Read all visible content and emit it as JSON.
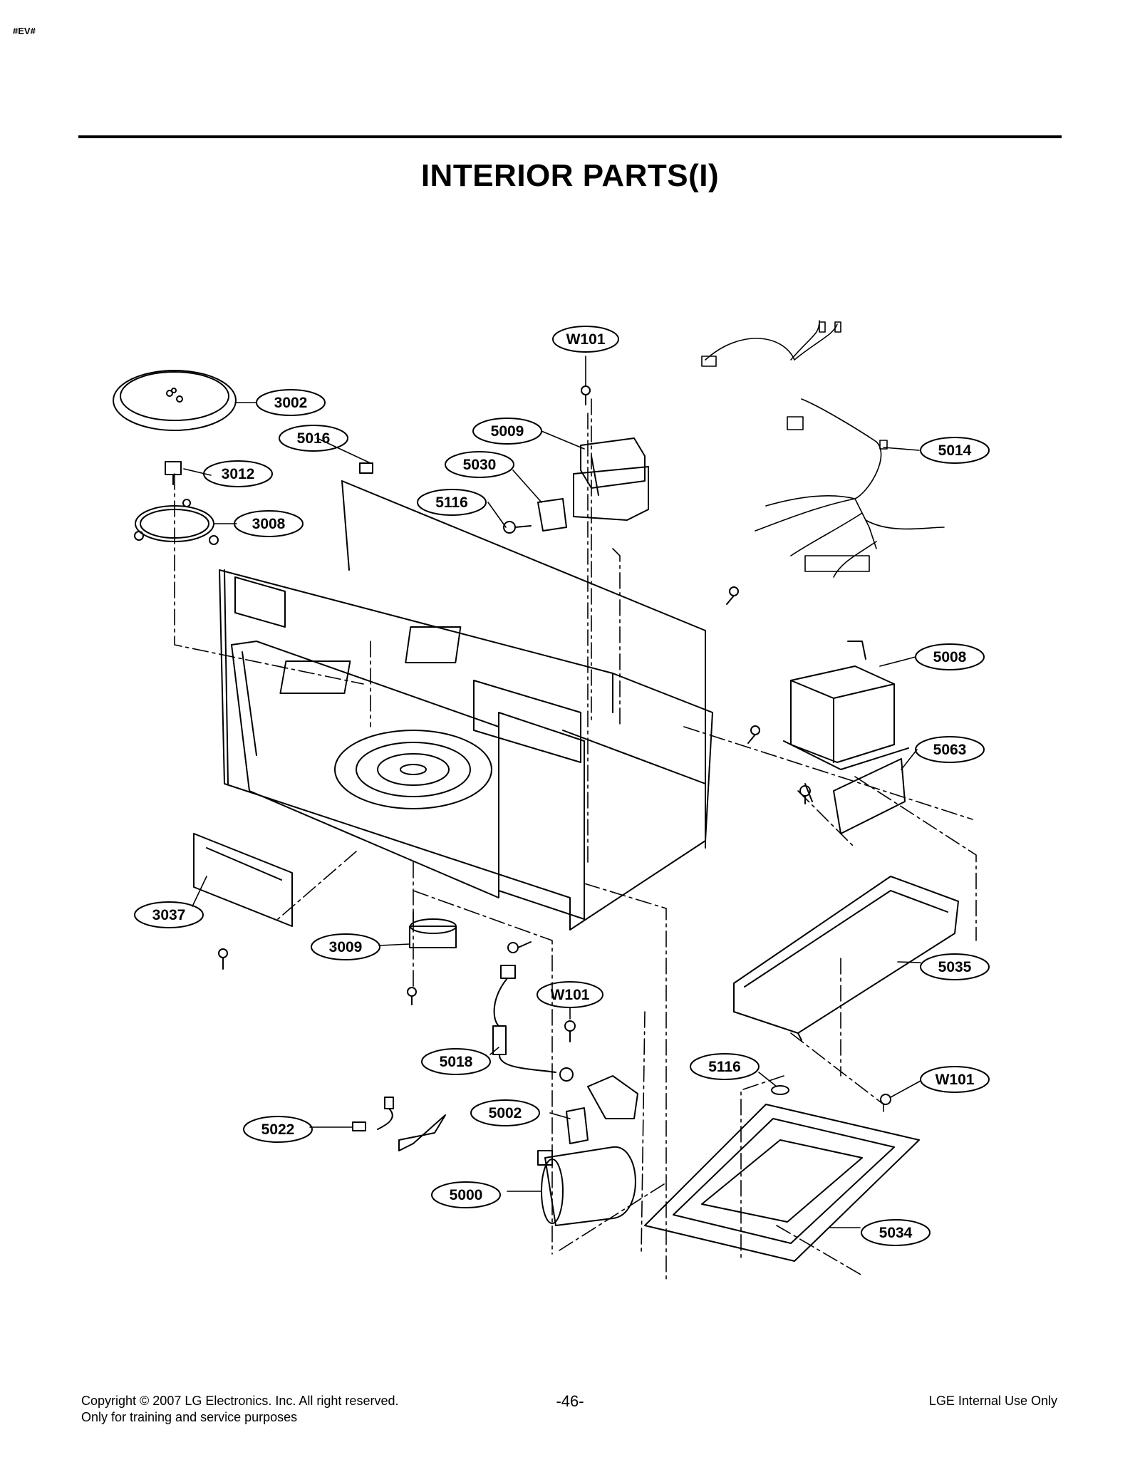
{
  "header": {
    "tag": "#EV#"
  },
  "page_title": "INTERIOR PARTS(I)",
  "footer": {
    "copyright": "Copyright © 2007 LG Electronics. Inc. All right reserved.",
    "note": "Only for training and service purposes",
    "page_number": "-46-",
    "internal": "LGE Internal Use Only"
  },
  "part_labels": {
    "w101_top": "W101",
    "p3002": "3002",
    "p5016": "5016",
    "p3012": "3012",
    "p3008": "3008",
    "p5009": "5009",
    "p5030": "5030",
    "p5116_top": "5116",
    "p5014": "5014",
    "p5008": "5008",
    "p5063": "5063",
    "p3037": "3037",
    "p3009": "3009",
    "p5035": "5035",
    "w101_mid": "W101",
    "p5018": "5018",
    "p5116_bottom": "5116",
    "w101_right": "W101",
    "p5002": "5002",
    "p5022": "5022",
    "p5000": "5000",
    "p5034": "5034"
  }
}
